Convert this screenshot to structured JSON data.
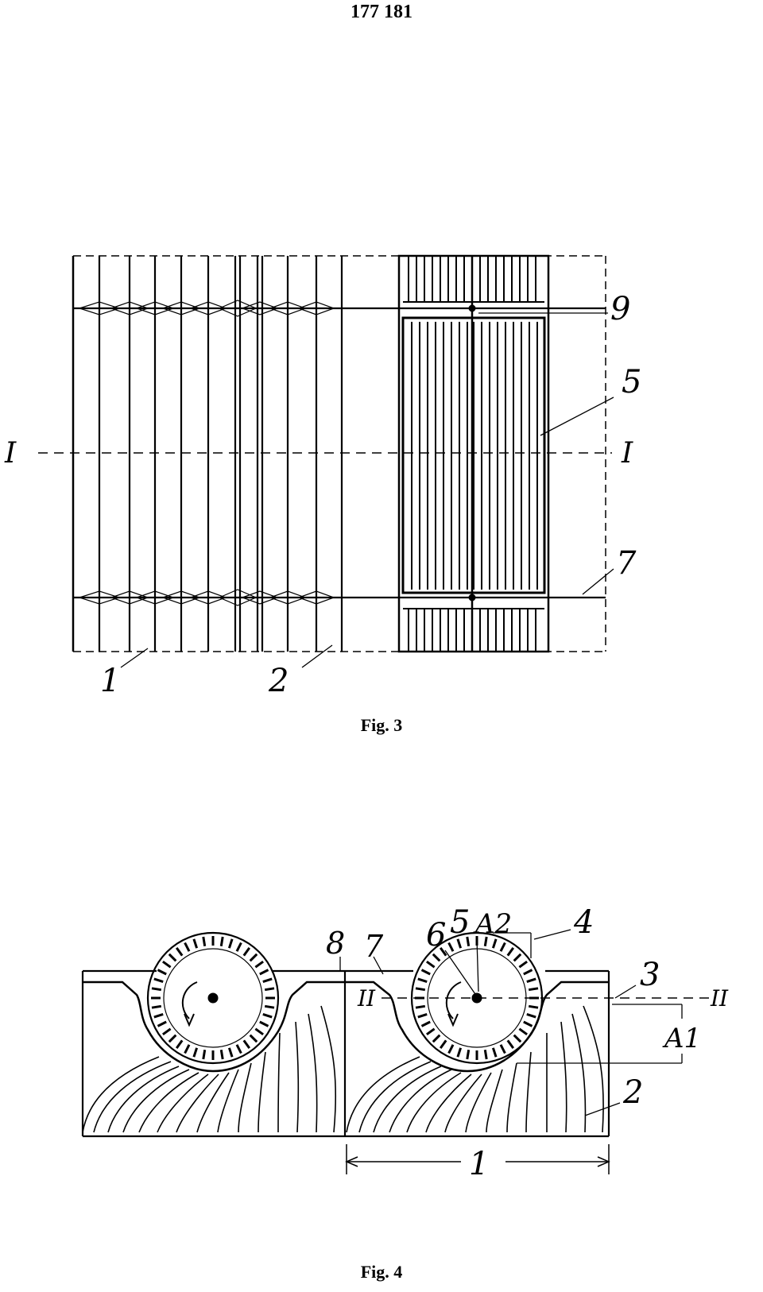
{
  "page_number": "177 181",
  "figures": [
    {
      "caption": "Fig. 3",
      "labels": {
        "ref_1": "1",
        "ref_2": "2",
        "ref_5": "5",
        "ref_7": "7",
        "ref_9": "9",
        "section_left": "I",
        "section_right": "I"
      }
    },
    {
      "caption": "Fig. 4",
      "labels": {
        "ref_1": "1",
        "ref_2": "2",
        "ref_3": "3",
        "ref_4": "4",
        "ref_5": "5",
        "ref_6": "6",
        "ref_7": "7",
        "ref_8": "8",
        "dim_a1": "A1",
        "dim_a2": "A2",
        "section_left": "II",
        "section_right": "II"
      }
    }
  ]
}
